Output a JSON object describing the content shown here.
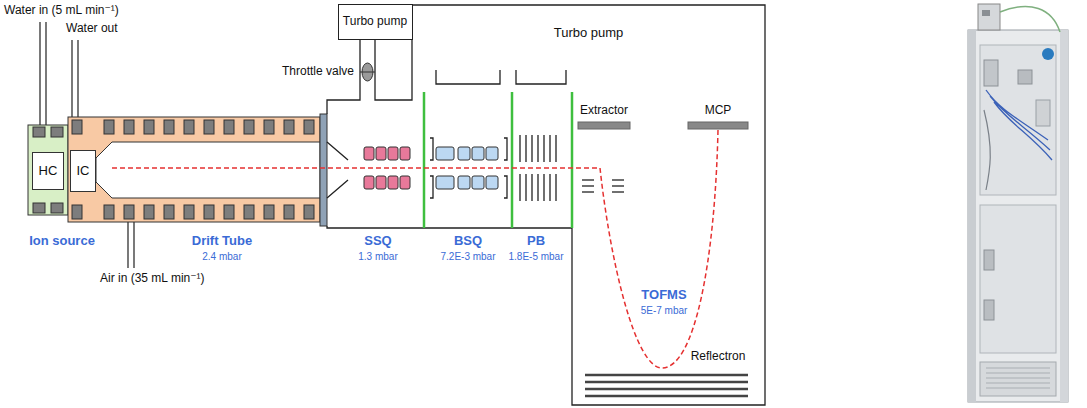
{
  "diagram": {
    "nodes": [
      {
        "text": [
          "Turbo pump"
        ]
      },
      {
        "text": [
          "Turbo pump"
        ]
      },
      {
        "text": [
          "HC"
        ]
      },
      {
        "text": [
          "IC"
        ]
      }
    ],
    "labels": [
      "Water in (5 mL min⁻¹)",
      "Water out",
      "Throttle valve",
      "Air in (35 mL min⁻¹)",
      "Ion source",
      "Drift Tube",
      "2.4 mbar",
      "SSQ",
      "1.3 mbar",
      "BSQ",
      "7.2E-3 mbar",
      "PB",
      "1.8E-5 mbar",
      "Extractor",
      "MCP",
      "TOFMS",
      "5E-7 mbar",
      "Reflectron"
    ]
  }
}
